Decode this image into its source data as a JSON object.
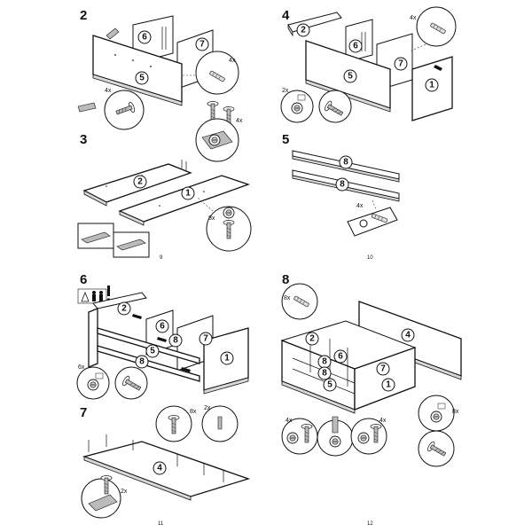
{
  "pages": [
    {
      "page_number": "9",
      "steps": [
        {
          "number": "2",
          "parts": [
            "6",
            "7",
            "5"
          ],
          "quantities": [
            "4x",
            "4x",
            "4x"
          ]
        },
        {
          "number": "3",
          "parts": [
            "2",
            "1"
          ],
          "quantities": [
            "8x"
          ]
        }
      ]
    },
    {
      "page_number": "10",
      "steps": [
        {
          "number": "4",
          "parts": [
            "2",
            "6",
            "7",
            "5",
            "1"
          ],
          "quantities": [
            "4x",
            "2x"
          ]
        },
        {
          "number": "5",
          "parts": [
            "8",
            "8"
          ],
          "quantities": [
            "4x"
          ]
        }
      ]
    },
    {
      "page_number": "11",
      "steps": [
        {
          "number": "6",
          "parts": [
            "2",
            "6",
            "8",
            "7",
            "5",
            "8",
            "1"
          ],
          "quantities": [
            "6x"
          ]
        },
        {
          "number": "7",
          "parts": [
            "4"
          ],
          "quantities": [
            "8x",
            "2x",
            "2x"
          ]
        }
      ]
    },
    {
      "page_number": "12",
      "steps": [
        {
          "number": "8",
          "parts": [
            "4",
            "2",
            "8",
            "6",
            "8",
            "7",
            "5",
            "1"
          ],
          "quantities": [
            "8x",
            "8x",
            "4x",
            "4x"
          ]
        }
      ]
    }
  ],
  "icons": [
    "two-person-icon",
    "warning-icon",
    "screwdriver-icon",
    "dowel-icon",
    "cam-lock-icon",
    "screw-icon"
  ]
}
